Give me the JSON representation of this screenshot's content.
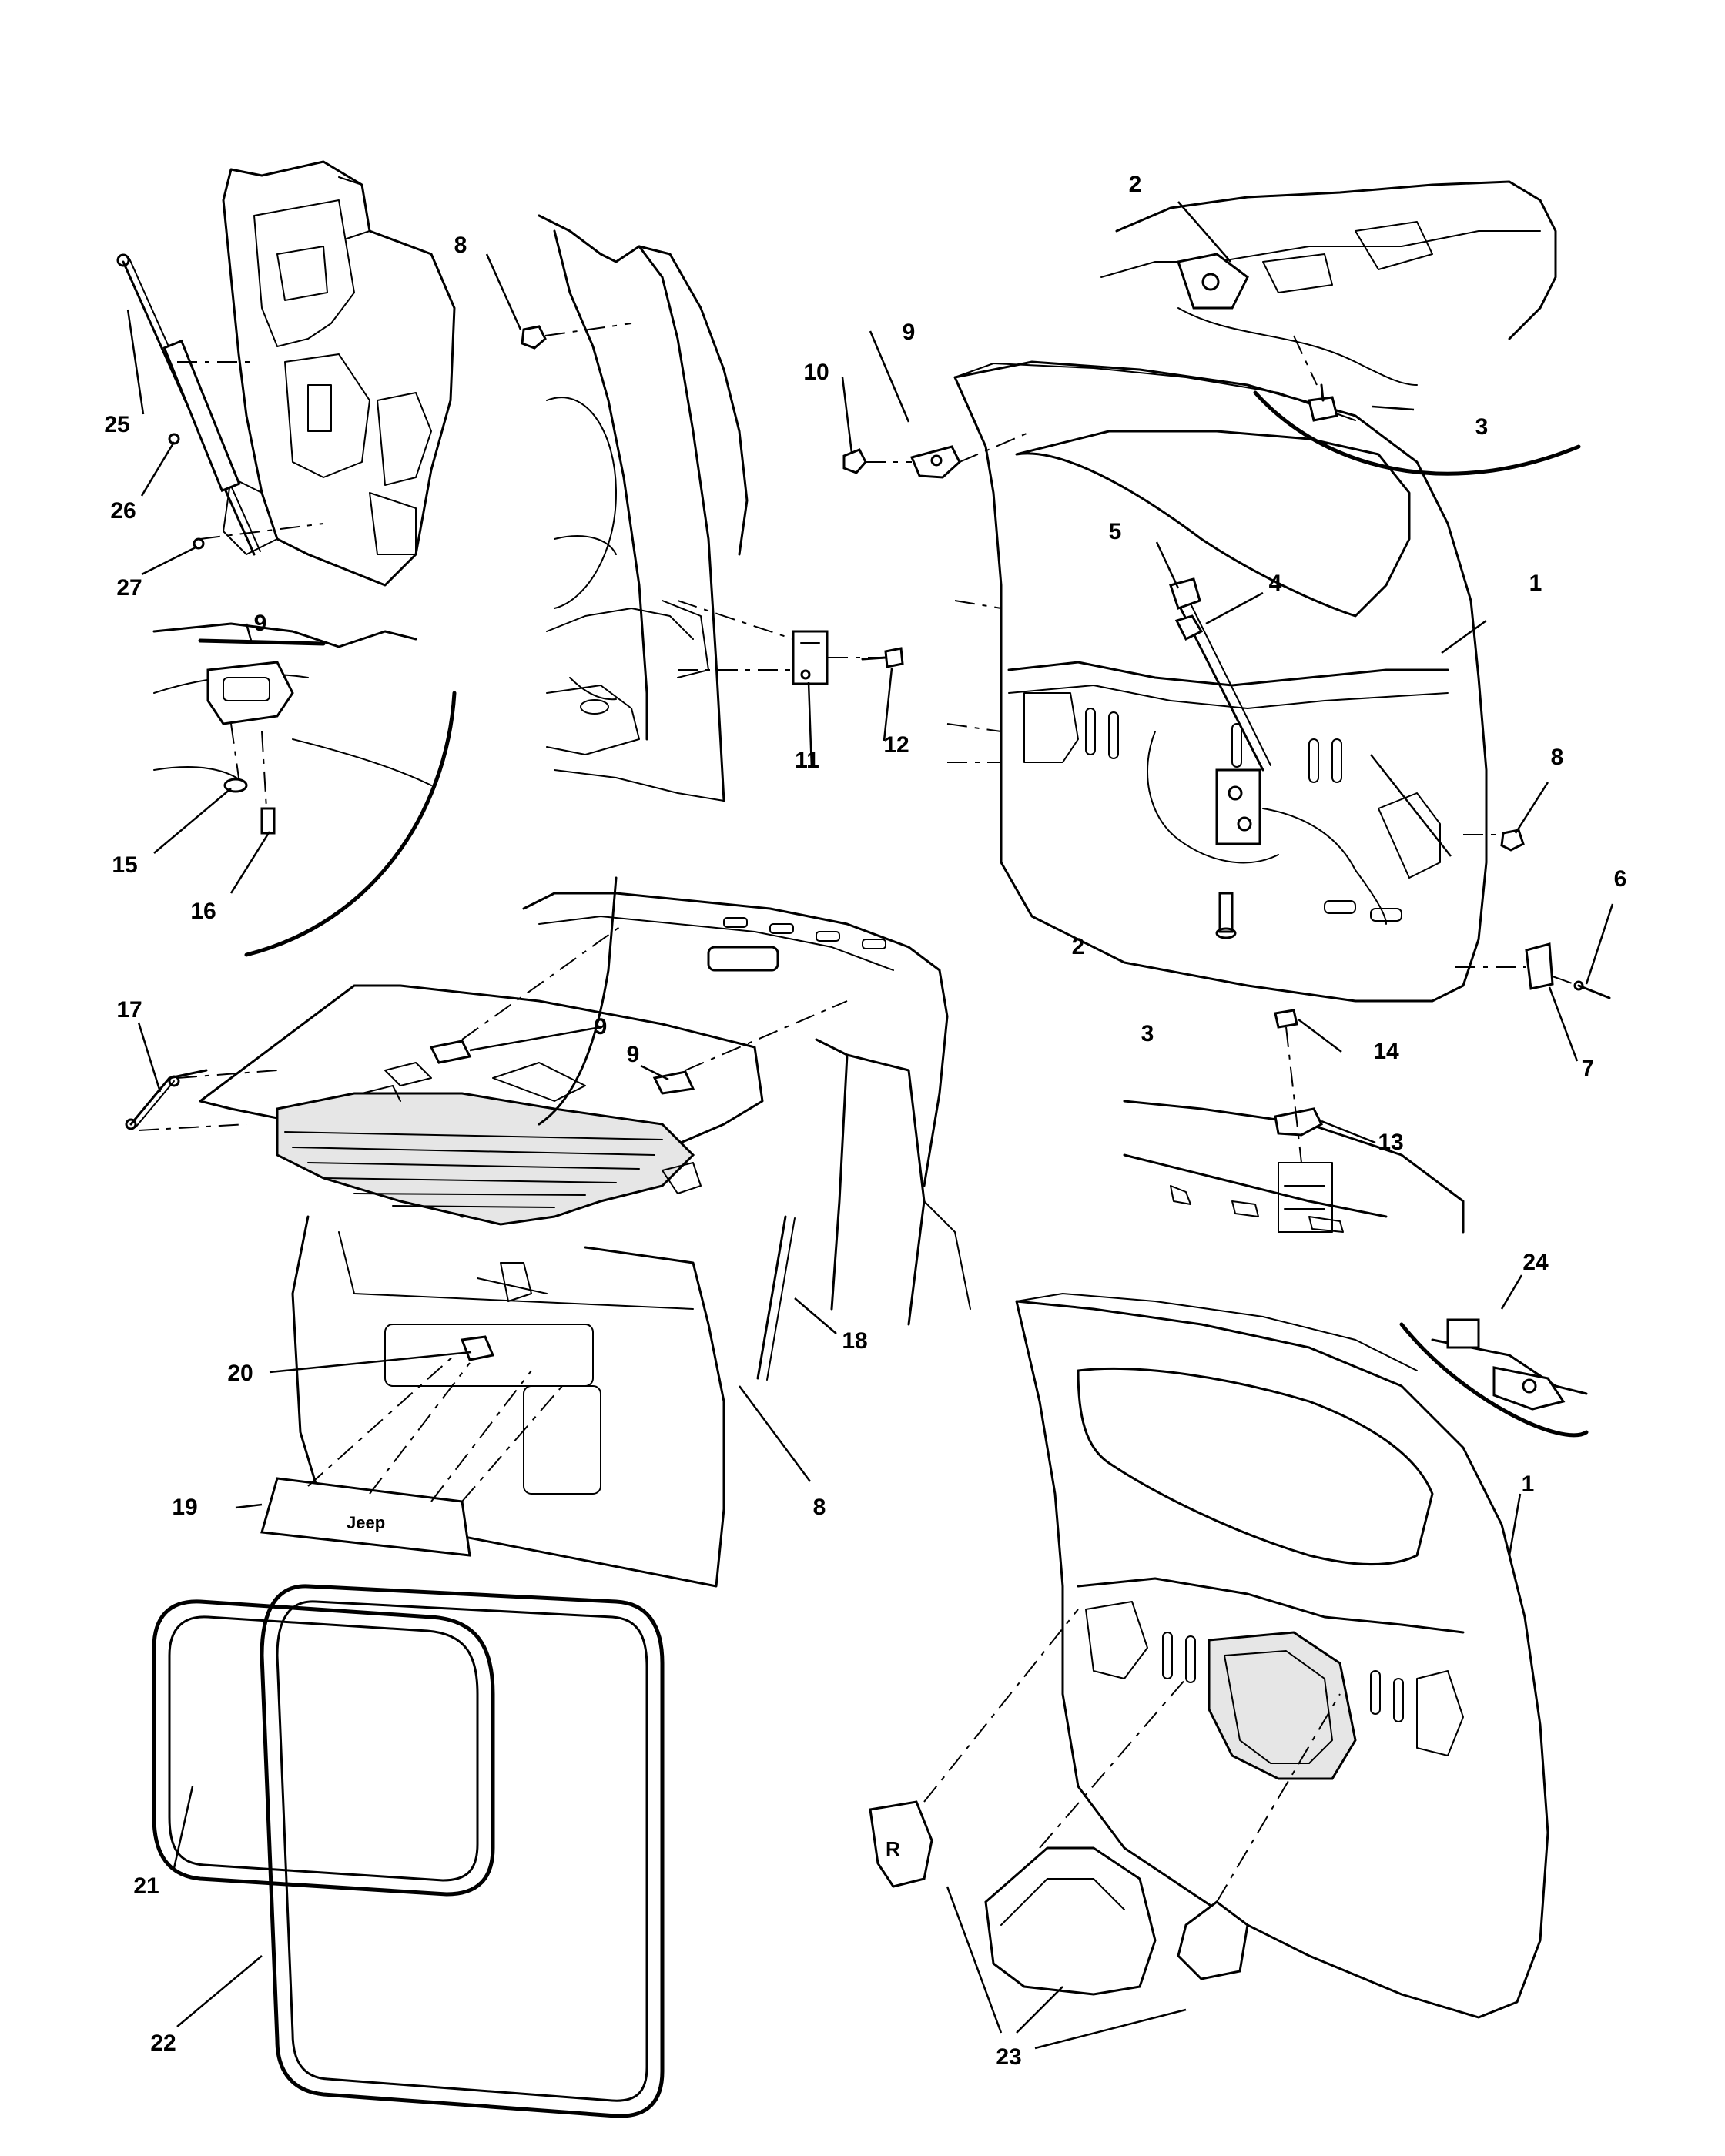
{
  "callouts": [
    {
      "id": "c1a",
      "label": "1"
    },
    {
      "id": "c1b",
      "label": "1"
    },
    {
      "id": "c2a",
      "label": "2"
    },
    {
      "id": "c2b",
      "label": "2"
    },
    {
      "id": "c3a",
      "label": "3"
    },
    {
      "id": "c3b",
      "label": "3"
    },
    {
      "id": "c4",
      "label": "4"
    },
    {
      "id": "c5",
      "label": "5"
    },
    {
      "id": "c6",
      "label": "6"
    },
    {
      "id": "c7",
      "label": "7"
    },
    {
      "id": "c8a",
      "label": "8"
    },
    {
      "id": "c8b",
      "label": "8"
    },
    {
      "id": "c8c",
      "label": "8"
    },
    {
      "id": "c9a",
      "label": "9"
    },
    {
      "id": "c9b",
      "label": "9"
    },
    {
      "id": "c9c",
      "label": "9"
    },
    {
      "id": "c9d",
      "label": "9"
    },
    {
      "id": "c10",
      "label": "10"
    },
    {
      "id": "c11",
      "label": "11"
    },
    {
      "id": "c12",
      "label": "12"
    },
    {
      "id": "c13",
      "label": "13"
    },
    {
      "id": "c14",
      "label": "14"
    },
    {
      "id": "c15",
      "label": "15"
    },
    {
      "id": "c16",
      "label": "16"
    },
    {
      "id": "c17",
      "label": "17"
    },
    {
      "id": "c18",
      "label": "18"
    },
    {
      "id": "c19",
      "label": "19"
    },
    {
      "id": "c20",
      "label": "20"
    },
    {
      "id": "c21",
      "label": "21"
    },
    {
      "id": "c22",
      "label": "22"
    },
    {
      "id": "c23",
      "label": "23"
    },
    {
      "id": "c24",
      "label": "24"
    },
    {
      "id": "c25",
      "label": "25"
    },
    {
      "id": "c26",
      "label": "26"
    },
    {
      "id": "c27",
      "label": "27"
    }
  ],
  "badge_text": "Jeep",
  "colors": {
    "line": "#000000",
    "background": "#ffffff",
    "panel_fill": "#e6e6e6"
  }
}
